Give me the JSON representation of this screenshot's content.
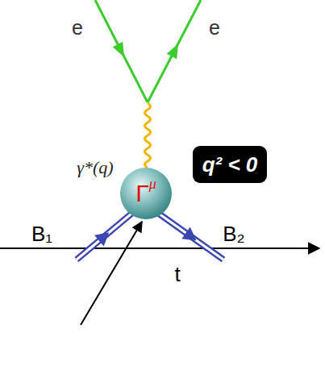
{
  "diagram": {
    "nodes": [
      {
        "text": [
          "Γ",
          "μ"
        ]
      },
      {
        "text": [
          "q² < 0"
        ]
      }
    ],
    "labels": [
      "e",
      "e",
      "γ*(q)",
      "B₁",
      "B₂",
      "t"
    ]
  }
}
